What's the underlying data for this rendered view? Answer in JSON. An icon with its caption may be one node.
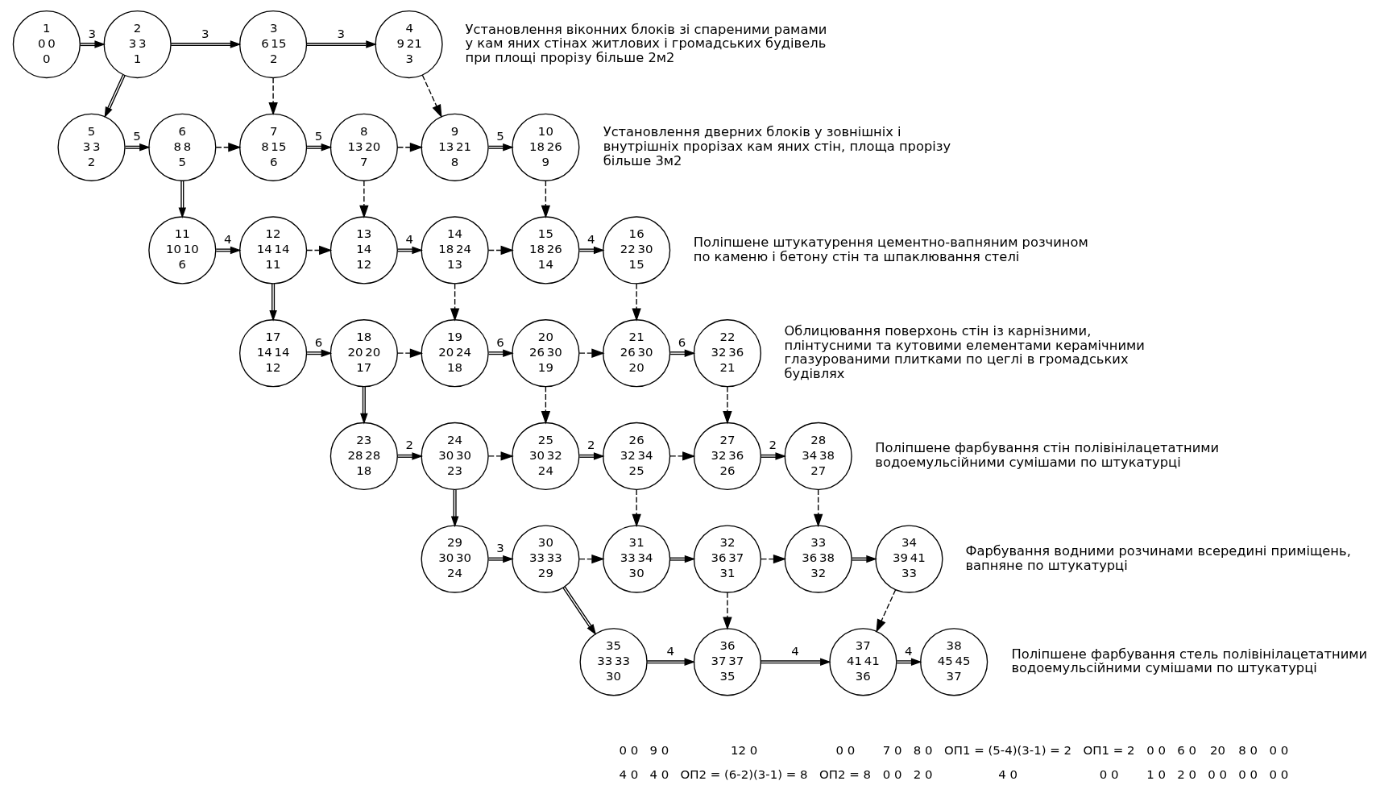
{
  "diagram": {
    "nodes": [
      {
        "text": [
          "1",
          "0",
          "0",
          "0"
        ]
      },
      {
        "text": [
          "2",
          "3",
          "3",
          "1"
        ]
      },
      {
        "text": [
          "3",
          "6",
          "15",
          "2"
        ]
      },
      {
        "text": [
          "4",
          "9",
          "21",
          "3"
        ],
        "beside": [
          "Установлення віконних блоків зі спареними рамами у кам яних стінах житлових і громадських будівель при площі прорізу більше 2м2"
        ]
      },
      {
        "text": [
          "5",
          "3",
          "3",
          "2"
        ]
      },
      {
        "text": [
          "6",
          "8",
          "8",
          "5"
        ]
      },
      {
        "text": [
          "7",
          "8",
          "15",
          "6"
        ]
      },
      {
        "text": [
          "8",
          "13",
          "20",
          "7"
        ]
      },
      {
        "text": [
          "9",
          "13",
          "21",
          "8"
        ]
      },
      {
        "text": [
          "10",
          "18",
          "26",
          "9"
        ],
        "beside": [
          "Установлення дверних блоків у зовнішніх і внутрішніх прорізах кам яних стін, площа прорізу більше 3м2"
        ]
      },
      {
        "text": [
          "11",
          "10",
          "10",
          "6"
        ]
      },
      {
        "text": [
          "12",
          "14",
          "14",
          "11"
        ]
      },
      {
        "text": [
          "13",
          "14",
          "12"
        ]
      },
      {
        "text": [
          "14",
          "18",
          "24",
          "13"
        ]
      },
      {
        "text": [
          "15",
          "18",
          "26",
          "14"
        ]
      },
      {
        "text": [
          "16",
          "22",
          "30",
          "15"
        ],
        "beside": [
          "Поліпшене штукатурення цементно-вапняним розчином по каменю і бетону стін та шпаклювання стелі"
        ]
      },
      {
        "text": [
          "17",
          "14",
          "14",
          "12"
        ]
      },
      {
        "text": [
          "18",
          "20",
          "20",
          "17"
        ]
      },
      {
        "text": [
          "19",
          "20",
          "24",
          "18"
        ]
      },
      {
        "text": [
          "20",
          "26",
          "30",
          "19"
        ]
      },
      {
        "text": [
          "21",
          "26",
          "30",
          "20"
        ]
      },
      {
        "text": [
          "22",
          "32",
          "36",
          "21"
        ],
        "beside": [
          "Облицювання поверхонь стін із карнізними, плінтусними та кутовими елементами керамічними глазурованими плитками по цеглі в громадських будівлях"
        ]
      },
      {
        "text": [
          "23",
          "28",
          "28",
          "18"
        ]
      },
      {
        "text": [
          "24",
          "30",
          "30",
          "23"
        ]
      },
      {
        "text": [
          "25",
          "30",
          "32",
          "24"
        ]
      },
      {
        "text": [
          "26",
          "32",
          "34",
          "25"
        ]
      },
      {
        "text": [
          "27",
          "32",
          "36",
          "26"
        ]
      },
      {
        "text": [
          "28",
          "34",
          "38",
          "27"
        ],
        "beside": [
          "Поліпшене фарбування стін полівінілацетатними водоемульсійними сумішами по штукатурці"
        ]
      },
      {
        "text": [
          "29",
          "30",
          "30",
          "24"
        ]
      },
      {
        "text": [
          "30",
          "33",
          "33",
          "29"
        ]
      },
      {
        "text": [
          "31",
          "33",
          "34",
          "30"
        ]
      },
      {
        "text": [
          "32",
          "36",
          "37",
          "31"
        ]
      },
      {
        "text": [
          "33",
          "36",
          "38",
          "32"
        ]
      },
      {
        "text": [
          "34",
          "39",
          "41",
          "33"
        ],
        "beside": [
          "Фарбування водними розчинами всередині приміщень, вапняне по штукатурці"
        ]
      },
      {
        "text": [
          "35",
          "33",
          "33",
          "30"
        ]
      },
      {
        "text": [
          "36",
          "37",
          "37",
          "35"
        ]
      },
      {
        "text": [
          "37",
          "41",
          "41",
          "36"
        ]
      },
      {
        "text": [
          "38",
          "45",
          "45",
          "37"
        ],
        "beside": [
          "Поліпшене фарбування стель полівінілацетатними водоемульсійними сумішами по штукатурці"
        ]
      }
    ],
    "edges": [
      {
        "from": 0,
        "to": 1,
        "arrow": "to",
        "label": "3"
      },
      {
        "from": 1,
        "to": 2,
        "arrow": "to",
        "label": "3"
      },
      {
        "from": 2,
        "to": 3,
        "arrow": "to",
        "label": "3"
      },
      {
        "from": 1,
        "to": 4,
        "arrow": "to"
      },
      {
        "from": 2,
        "to": 6,
        "arrow": "to",
        "style": "dashed"
      },
      {
        "from": 3,
        "to": 8,
        "arrow": "to",
        "style": "dashed"
      },
      {
        "from": 4,
        "to": 5,
        "arrow": "to",
        "label": "5"
      },
      {
        "from": 5,
        "to": 6,
        "arrow": "to",
        "style": "dashed"
      },
      {
        "from": 6,
        "to": 7,
        "arrow": "to",
        "label": "5"
      },
      {
        "from": 7,
        "to": 8,
        "arrow": "to",
        "style": "dashed"
      },
      {
        "from": 8,
        "to": 9,
        "arrow": "to",
        "label": "5"
      },
      {
        "from": 5,
        "to": 10,
        "arrow": "to"
      },
      {
        "from": 7,
        "to": 12,
        "arrow": "to",
        "style": "dashed"
      },
      {
        "from": 9,
        "to": 14,
        "arrow": "to",
        "style": "dashed"
      },
      {
        "from": 10,
        "to": 11,
        "arrow": "to",
        "label": "4"
      },
      {
        "from": 11,
        "to": 12,
        "arrow": "to",
        "style": "dashed"
      },
      {
        "from": 12,
        "to": 13,
        "arrow": "to",
        "label": "4"
      },
      {
        "from": 13,
        "to": 14,
        "arrow": "to",
        "style": "dashed"
      },
      {
        "from": 14,
        "to": 15,
        "arrow": "to",
        "label": "4"
      },
      {
        "from": 11,
        "to": 16,
        "arrow": "to"
      },
      {
        "from": 13,
        "to": 18,
        "arrow": "to",
        "style": "dashed"
      },
      {
        "from": 15,
        "to": 20,
        "arrow": "to",
        "style": "dashed"
      },
      {
        "from": 16,
        "to": 17,
        "arrow": "to",
        "label": "6"
      },
      {
        "from": 17,
        "to": 18,
        "arrow": "to",
        "style": "dashed"
      },
      {
        "from": 18,
        "to": 19,
        "arrow": "to",
        "label": "6"
      },
      {
        "from": 19,
        "to": 20,
        "arrow": "to",
        "style": "dashed"
      },
      {
        "from": 20,
        "to": 21,
        "arrow": "to",
        "label": "6"
      },
      {
        "from": 17,
        "to": 22,
        "arrow": "to"
      },
      {
        "from": 19,
        "to": 24,
        "arrow": "to",
        "style": "dashed"
      },
      {
        "from": 21,
        "to": 26,
        "arrow": "to",
        "style": "dashed"
      },
      {
        "from": 22,
        "to": 23,
        "arrow": "to",
        "label": "2"
      },
      {
        "from": 23,
        "to": 24,
        "arrow": "to",
        "style": "dashed"
      },
      {
        "from": 24,
        "to": 25,
        "arrow": "to",
        "label": "2"
      },
      {
        "from": 25,
        "to": 26,
        "arrow": "to",
        "style": "dashed"
      },
      {
        "from": 26,
        "to": 27,
        "arrow": "to",
        "label": "2"
      },
      {
        "from": 23,
        "to": 28,
        "arrow": "to"
      },
      {
        "from": 25,
        "to": 30,
        "arrow": "to",
        "style": "dashed"
      },
      {
        "from": 27,
        "to": 32,
        "arrow": "to",
        "style": "dashed"
      },
      {
        "from": 28,
        "to": 29,
        "arrow": "to",
        "label": "3"
      },
      {
        "from": 29,
        "to": 30,
        "arrow": "to",
        "style": "dashed"
      },
      {
        "from": 30,
        "to": 31,
        "arrow": "to"
      },
      {
        "from": 31,
        "to": 32,
        "arrow": "to",
        "style": "dashed"
      },
      {
        "from": 32,
        "to": 33,
        "arrow": "to"
      },
      {
        "from": 29,
        "to": 34,
        "arrow": "to"
      },
      {
        "from": 31,
        "to": 35,
        "arrow": "to",
        "style": "dashed"
      },
      {
        "from": 33,
        "to": 36,
        "arrow": "to",
        "style": "dashed"
      },
      {
        "from": 34,
        "to": 35,
        "arrow": "to",
        "label": "4"
      },
      {
        "from": 35,
        "to": 36,
        "arrow": "to",
        "label": "4"
      },
      {
        "from": 36,
        "to": 37,
        "arrow": "to",
        "label": "4"
      }
    ],
    "labels": [
      "0 0",
      "9 0",
      "12 0",
      "0 0",
      "7 0",
      "8 0",
      "ОП1 = (5-4)(3-1) = 2",
      "ОП1 = 2",
      "0 0",
      "6 0",
      "20",
      "8 0",
      "0 0",
      "4 0",
      "4 0",
      "ОП2 = (6-2)(3-1) = 8",
      "ОП2 = 8",
      "0 0",
      "2 0",
      "4 0",
      "0 0",
      "1 0",
      "2 0",
      "0 0",
      "0 0",
      "0 0"
    ]
  }
}
